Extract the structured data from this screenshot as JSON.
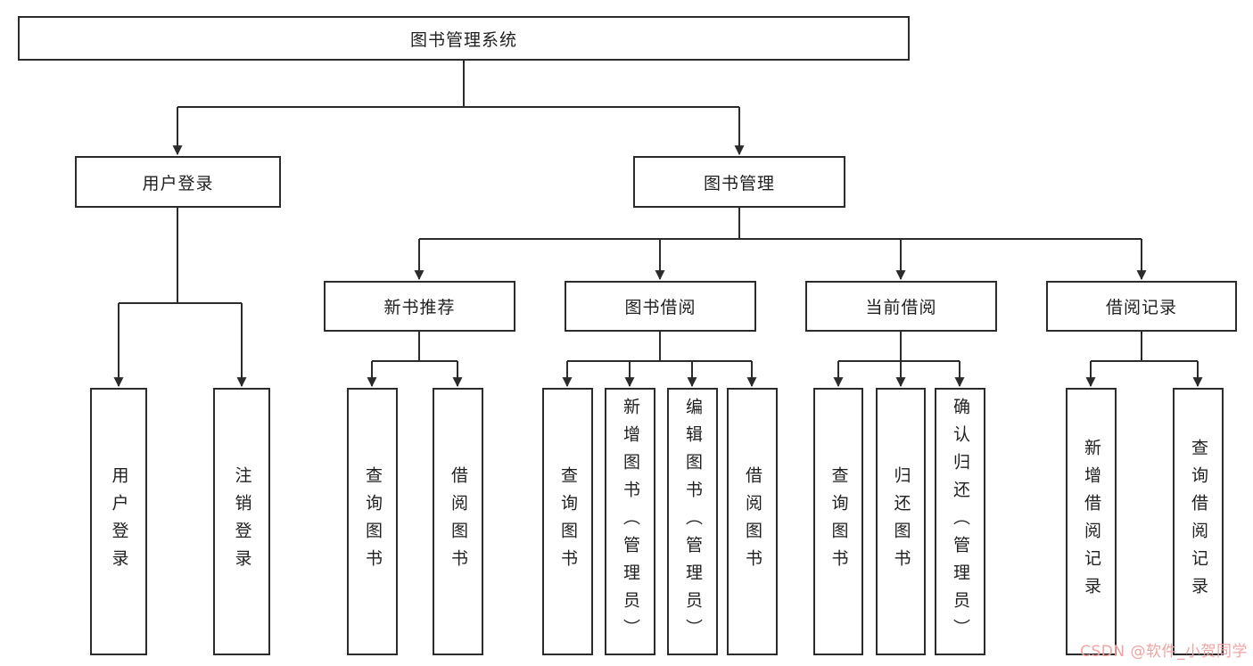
{
  "page": {
    "background": "#ffffff",
    "line_color": "#2b2b2b",
    "border_color": "#2b2b2b",
    "watermark_color": "#f2a3a3"
  },
  "root": {
    "label": "图书管理系统"
  },
  "level1": [
    {
      "label": "用户登录"
    },
    {
      "label": "图书管理"
    }
  ],
  "level2": [
    {
      "label": "新书推荐"
    },
    {
      "label": "图书借阅"
    },
    {
      "label": "当前借阅"
    },
    {
      "label": "借阅记录"
    }
  ],
  "leaves": {
    "user": [
      {
        "label": "用户登录"
      },
      {
        "label": "注销登录"
      }
    ],
    "newbook": [
      {
        "label": "查询图书"
      },
      {
        "label": "借阅图书"
      }
    ],
    "borrow": [
      {
        "label": "查询图书"
      },
      {
        "label": "新增图书（管理员）"
      },
      {
        "label": "编辑图书（管理员）"
      },
      {
        "label": "借阅图书"
      }
    ],
    "current": [
      {
        "label": "查询图书"
      },
      {
        "label": "归还图书"
      },
      {
        "label": "确认归还（管理员）"
      }
    ],
    "record": [
      {
        "label": "新增借阅记录"
      },
      {
        "label": "查询借阅记录"
      }
    ]
  },
  "watermark": {
    "text": "CSDN @软件_小贺同学"
  }
}
